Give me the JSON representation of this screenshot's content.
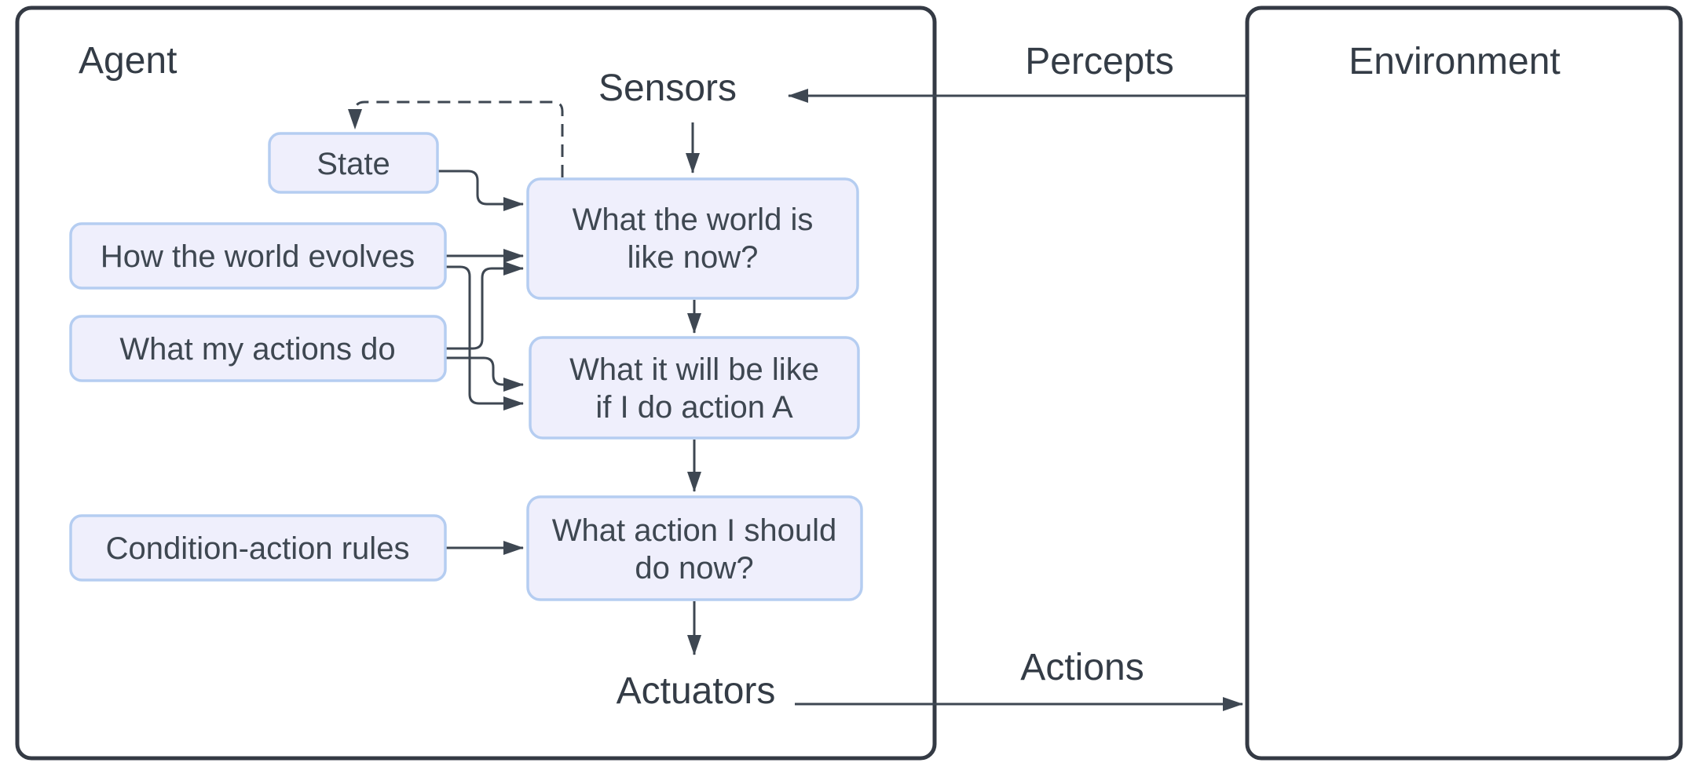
{
  "diagram": {
    "frames": {
      "agent": {
        "label": "Agent"
      },
      "environment": {
        "label": "Environment"
      }
    },
    "flow_labels": {
      "sensors": "Sensors",
      "actuators": "Actuators",
      "percepts": "Percepts",
      "actions": "Actions"
    },
    "nodes": {
      "state": {
        "label": "State"
      },
      "how_world_evolves": {
        "label": "How the world evolves"
      },
      "what_actions_do": {
        "label": "What my actions do"
      },
      "condition_action_rules": {
        "label": "Condition-action rules"
      },
      "world_now": {
        "line1": "What the world is",
        "line2": "like now?"
      },
      "world_if": {
        "line1": "What it will be like",
        "line2": "if I do action A"
      },
      "action_now": {
        "line1": "What action I should",
        "line2": "do now?"
      }
    },
    "edges": [
      {
        "from": "world_now",
        "to": "state",
        "style": "dashed"
      },
      {
        "from": "state",
        "to": "world_now",
        "style": "solid"
      },
      {
        "from": "sensors",
        "to": "world_now",
        "style": "solid"
      },
      {
        "from": "how_world_evolves",
        "to": "world_now",
        "style": "solid"
      },
      {
        "from": "how_world_evolves",
        "to": "world_if",
        "style": "solid"
      },
      {
        "from": "what_actions_do",
        "to": "world_now",
        "style": "solid"
      },
      {
        "from": "what_actions_do",
        "to": "world_if",
        "style": "solid"
      },
      {
        "from": "world_now",
        "to": "world_if",
        "style": "solid"
      },
      {
        "from": "world_if",
        "to": "action_now",
        "style": "solid"
      },
      {
        "from": "condition_action_rules",
        "to": "action_now",
        "style": "solid"
      },
      {
        "from": "action_now",
        "to": "actuators",
        "style": "solid"
      },
      {
        "from": "environment",
        "to": "sensors",
        "label": "Percepts",
        "style": "solid"
      },
      {
        "from": "actuators",
        "to": "environment",
        "label": "Actions",
        "style": "solid"
      }
    ],
    "colors": {
      "background": "#ffffff",
      "node_fill": "#efeffc",
      "node_border": "#b5cdf1",
      "connector": "#3e4752",
      "frame_border": "#343a44",
      "label_text": "#343c46",
      "node_text": "#3e4751"
    }
  }
}
